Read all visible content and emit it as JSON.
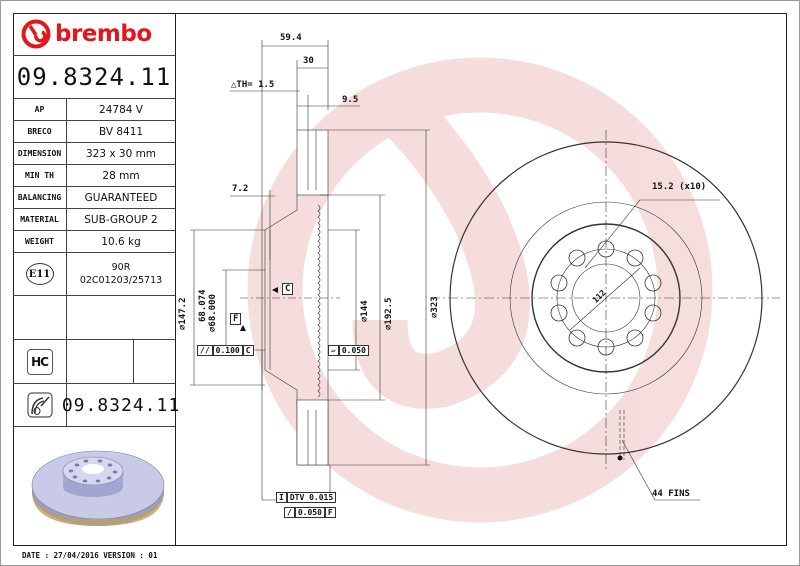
{
  "brand": {
    "name": "brembo",
    "color": "#e3161b"
  },
  "part_number": "09.8324.11",
  "specs": [
    {
      "key": "AP",
      "value": "24784 V"
    },
    {
      "key": "BRECO",
      "value": "BV 8411"
    },
    {
      "key": "DIMENSION",
      "value": "323 x 30 mm"
    },
    {
      "key": "MIN TH",
      "value": "28 mm"
    },
    {
      "key": "BALANCING",
      "value": "GUARANTEED"
    },
    {
      "key": "MATERIAL",
      "value": "SUB-GROUP 2"
    },
    {
      "key": "WEIGHT",
      "value": "10.6 kg"
    }
  ],
  "homologation": {
    "badge": "E11",
    "line1": "90R",
    "line2": "02C01203/25713"
  },
  "hc_badge": "HC",
  "disc_part_number": "09.8324.11",
  "footer": "DATE : 27/04/2016 VERSION : 01",
  "drawing": {
    "overall_height": "59.4",
    "thickness": "30",
    "delta_th": "△TH= 1.5",
    "vane_gap": "9.5",
    "hat_thickness": "7.2",
    "dia_outer": "⌀323",
    "dia_friction_inner": "⌀192.5",
    "dia_hat": "⌀144",
    "dia_flange": "⌀147.2",
    "center_bore_max": "68.074",
    "center_bore_min": "⌀68.000",
    "datum_c": "C",
    "datum_f": "F",
    "parallelism": {
      "symbol": "//",
      "value": "0.100",
      "ref": "C"
    },
    "flatness": {
      "symbol": "▱",
      "value": "0.050"
    },
    "dtv": {
      "label": "DTV 0.015"
    },
    "runout": {
      "symbol": "/",
      "value": "0.050",
      "ref": "F"
    },
    "bolt_holes": "15.2 (x10)",
    "pcd": "112",
    "fins": "44 FINS"
  }
}
